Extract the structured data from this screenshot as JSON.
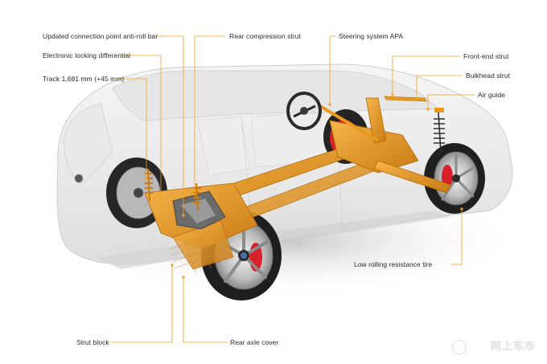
{
  "labels": {
    "roll_bar": "Updated connection point anti-roll bar",
    "diff": "Electronic locking differential",
    "track": "Track 1,681 mm (+45 mm)",
    "rear_strut": "Rear compression strut",
    "steering": "Steering system APA",
    "front_strut": "Front-end strut",
    "bulkhead": "Bulkhead strut",
    "air_guide": "Air guide",
    "tire": "Low rolling resistance tire",
    "strut_block": "Strut block",
    "axle_cover": "Rear axle cover"
  },
  "watermark": "网上车市",
  "colors": {
    "leader": "#f0a020",
    "chassis": "#e89a1e",
    "chassis_dark": "#b86e0c",
    "brake": "#d8202a",
    "tire": "#2a2a2a",
    "body_ghost": "#d6d6d6"
  }
}
